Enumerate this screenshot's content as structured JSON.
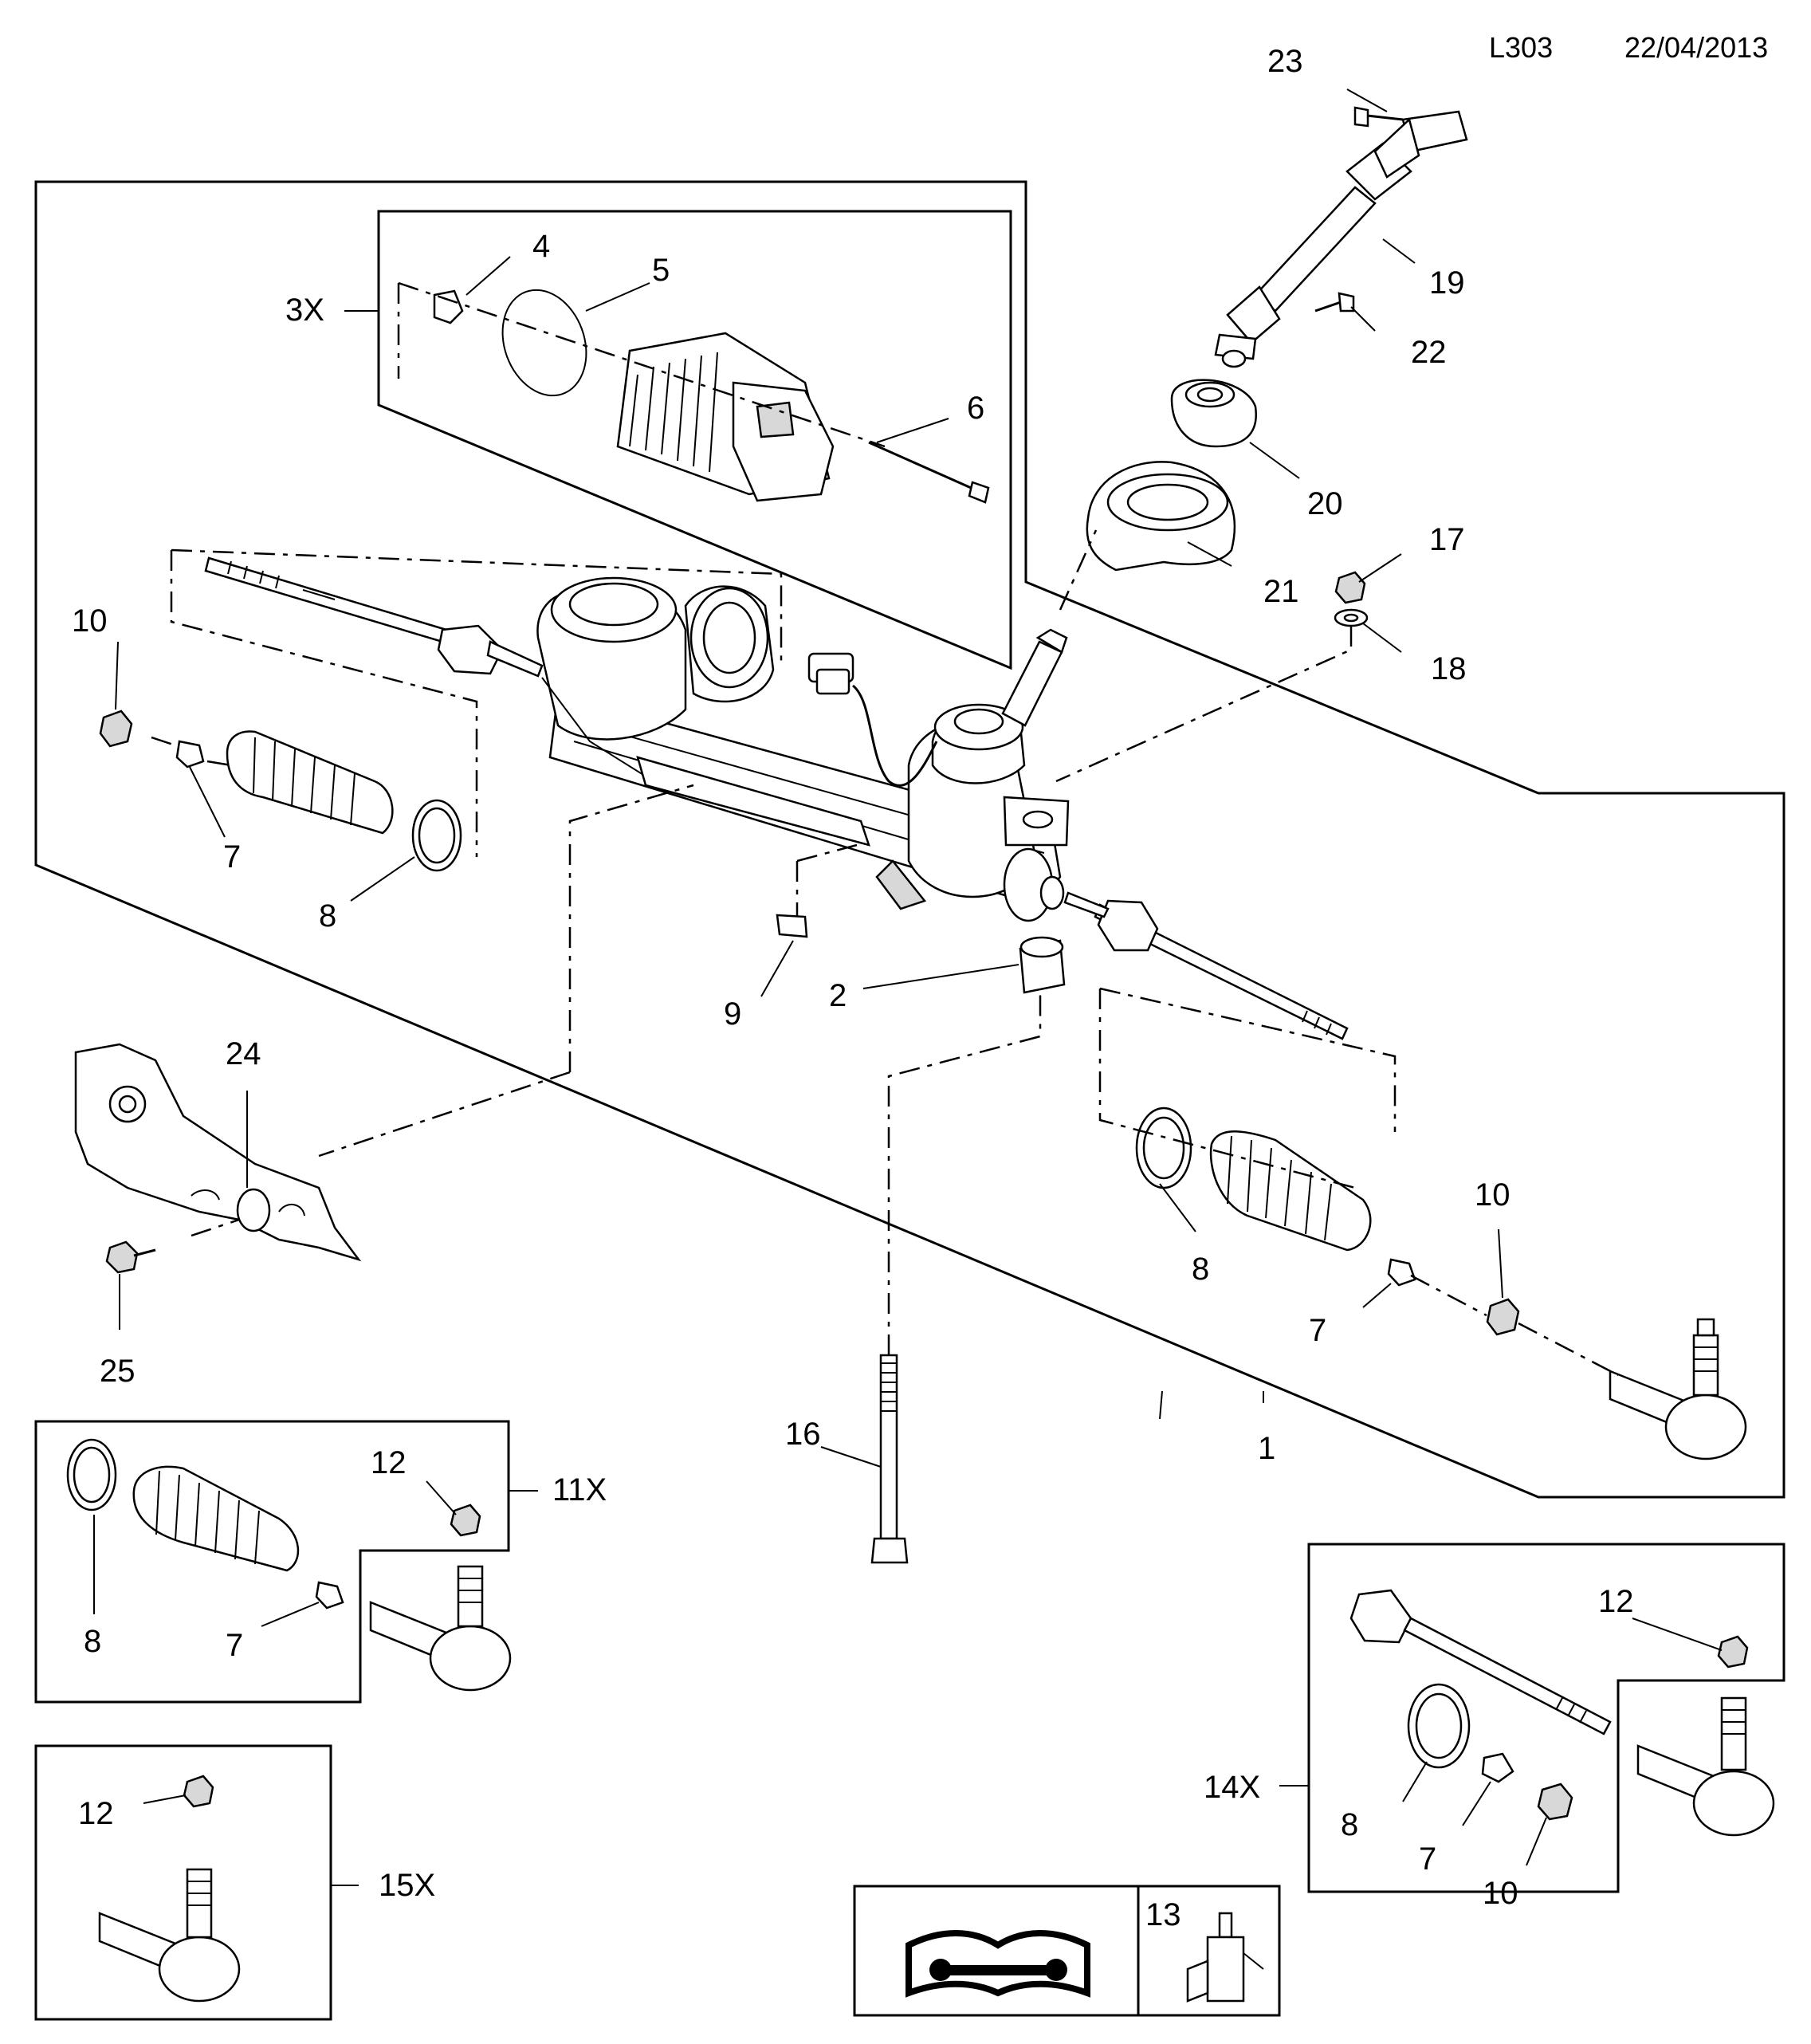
{
  "header": {
    "code": "L303",
    "date": "22/04/2013"
  },
  "callouts": {
    "1": "1",
    "2": "2",
    "3X": "3X",
    "4": "4",
    "5": "5",
    "6": "6",
    "7": "7",
    "8": "8",
    "9": "9",
    "10": "10",
    "11X": "11X",
    "12": "12",
    "13": "13",
    "14X": "14X",
    "15X": "15X",
    "16": "16",
    "17": "17",
    "18": "18",
    "19": "19",
    "20": "20",
    "21": "21",
    "22": "22",
    "23": "23",
    "24": "24",
    "25": "25"
  },
  "colors": {
    "line": "#000000",
    "background": "#ffffff",
    "shade": "#d8d8d8"
  },
  "icons": [
    "service-manual-icon",
    "sealant-tube-icon"
  ]
}
